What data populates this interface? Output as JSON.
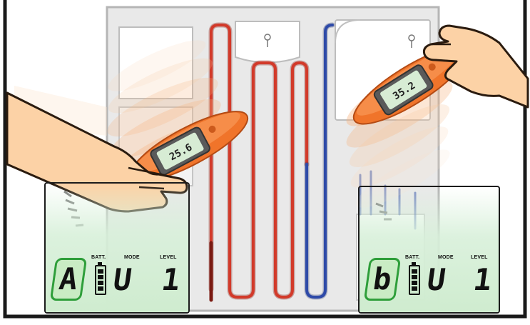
{
  "colors": {
    "frame": "#1a1a1a",
    "floor": "#e8e8e8",
    "hot_loop": "#d23a2a",
    "cold_loop": "#2e4aa8",
    "device_orange": "#f0742a",
    "lcd_green": "#cfeccf",
    "skin": "#fcd2a6"
  },
  "left_meter": {
    "readout": "25.6",
    "lcd": {
      "channel": "A",
      "batt_label": "BATT.",
      "mode_label": "MODE",
      "mode_value": "U",
      "level_label": "LEVEL",
      "level_value": "1"
    }
  },
  "right_meter": {
    "readout": "35.2",
    "lcd": {
      "channel": "b",
      "batt_label": "BATT.",
      "mode_label": "MODE",
      "mode_value": "U",
      "level_label": "LEVEL",
      "level_value": "1"
    }
  },
  "icons": [
    "hand-icon",
    "detector-device-icon",
    "battery-icon",
    "ceiling-fixture-icon",
    "arc-signal-icon"
  ]
}
